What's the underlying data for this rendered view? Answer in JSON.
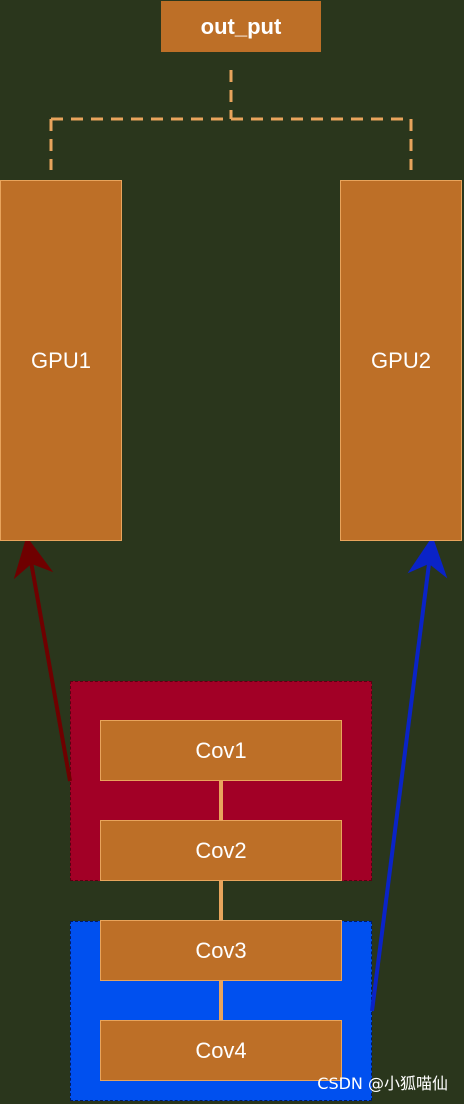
{
  "diagram": {
    "output_label": "out_put",
    "gpus": [
      {
        "label": "GPU1"
      },
      {
        "label": "GPU2"
      }
    ],
    "layers": [
      {
        "label": "Cov1"
      },
      {
        "label": "Cov2"
      },
      {
        "label": "Cov3"
      },
      {
        "label": "Cov4"
      }
    ],
    "colors": {
      "background": "#2a361c",
      "node_fill": "#bd6f27",
      "node_border": "#e8a45c",
      "group_gpu1": "#a20026",
      "group_gpu2": "#0050ef",
      "arrow_gpu1": "#6f0000",
      "arrow_gpu2": "#0a23c8",
      "connector": "#e8a45c"
    }
  },
  "watermark": "CSDN @小狐喵仙"
}
